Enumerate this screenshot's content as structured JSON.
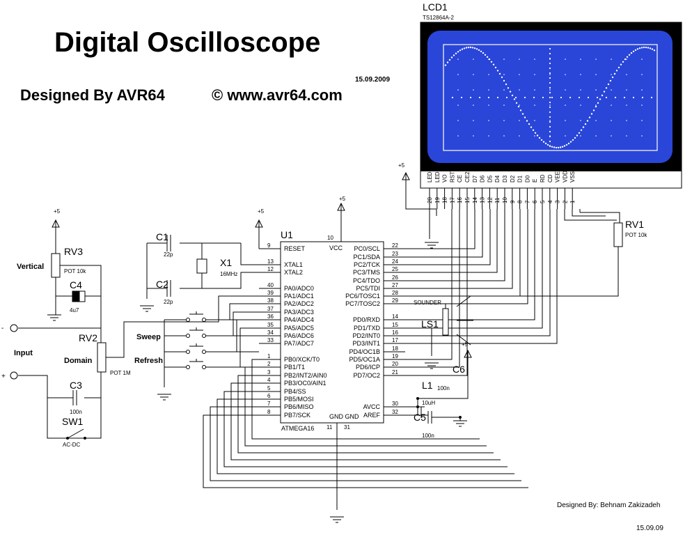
{
  "header": {
    "title": "Digital Oscilloscope",
    "designed_by": "Designed By AVR64",
    "website": "© www.avr64.com",
    "date": "15.09.2009"
  },
  "footer": {
    "designer": "Designed By: Behnam Zakizadeh",
    "date": "15.09.09"
  },
  "lcd": {
    "ref": "LCD1",
    "part": "TS12864A-2",
    "screen_color": "#2a46d8",
    "trace_color": "#ffffff",
    "pins": [
      {
        "name": "LED-",
        "num": "20"
      },
      {
        "name": "LED+",
        "num": "19"
      },
      {
        "name": "VO",
        "num": "18"
      },
      {
        "name": "RST",
        "num": "17"
      },
      {
        "name": "CE",
        "num": "16"
      },
      {
        "name": "CE2",
        "num": "15"
      },
      {
        "name": "D7",
        "num": "14"
      },
      {
        "name": "D6",
        "num": "13"
      },
      {
        "name": "D5",
        "num": "12"
      },
      {
        "name": "D4",
        "num": "11"
      },
      {
        "name": "D3",
        "num": "10"
      },
      {
        "name": "D2",
        "num": "9"
      },
      {
        "name": "D1",
        "num": "8"
      },
      {
        "name": "D0",
        "num": "7"
      },
      {
        "name": "E",
        "num": "6"
      },
      {
        "name": "RD",
        "num": "5"
      },
      {
        "name": "CD",
        "num": "4"
      },
      {
        "name": "VEE",
        "num": "3"
      },
      {
        "name": "VDD",
        "num": "2"
      },
      {
        "name": "VSS",
        "num": "1"
      }
    ]
  },
  "mcu": {
    "ref": "U1",
    "part": "ATMEGA16",
    "vcc_label": "VCC",
    "vcc_pin": "10",
    "gnd_label": "GND GND",
    "gnd_pins": [
      "11",
      "31"
    ],
    "left_pins": [
      {
        "name": "RESET",
        "num": "9"
      },
      {
        "name": "XTAL1",
        "num": "13"
      },
      {
        "name": "XTAL2",
        "num": "12"
      },
      {
        "name": "PA0/ADC0",
        "num": "40"
      },
      {
        "name": "PA1/ADC1",
        "num": "39"
      },
      {
        "name": "PA2/ADC2",
        "num": "38"
      },
      {
        "name": "PA3/ADC3",
        "num": "37"
      },
      {
        "name": "PA4/ADC4",
        "num": "36"
      },
      {
        "name": "PA5/ADC5",
        "num": "35"
      },
      {
        "name": "PA6/ADC6",
        "num": "34"
      },
      {
        "name": "PA7/ADC7",
        "num": "33"
      },
      {
        "name": "PB0/XCK/T0",
        "num": "1"
      },
      {
        "name": "PB1/T1",
        "num": "2"
      },
      {
        "name": "PB2/INT2/AIN0",
        "num": "3"
      },
      {
        "name": "PB3/OC0/AIN1",
        "num": "4"
      },
      {
        "name": "PB4/SS",
        "num": "5"
      },
      {
        "name": "PB5/MOSI",
        "num": "6"
      },
      {
        "name": "PB6/MISO",
        "num": "7"
      },
      {
        "name": "PB7/SCK",
        "num": "8"
      }
    ],
    "right_pins": [
      {
        "name": "PC0/SCL",
        "num": "22"
      },
      {
        "name": "PC1/SDA",
        "num": "23"
      },
      {
        "name": "PC2/TCK",
        "num": "24"
      },
      {
        "name": "PC3/TMS",
        "num": "25"
      },
      {
        "name": "PC4/TDO",
        "num": "26"
      },
      {
        "name": "PC5/TDI",
        "num": "27"
      },
      {
        "name": "PC6/TOSC1",
        "num": "28"
      },
      {
        "name": "PC7/TOSC2",
        "num": "29"
      },
      {
        "name": "PD0/RXD",
        "num": "14"
      },
      {
        "name": "PD1/TXD",
        "num": "15"
      },
      {
        "name": "PD2/INT0",
        "num": "16"
      },
      {
        "name": "PD3/INT1",
        "num": "17"
      },
      {
        "name": "PD4/OC1B",
        "num": "18"
      },
      {
        "name": "PD5/OC1A",
        "num": "19"
      },
      {
        "name": "PD6/ICP",
        "num": "20"
      },
      {
        "name": "PD7/OC2",
        "num": "21"
      },
      {
        "name": "AVCC",
        "num": "30"
      },
      {
        "name": "AREF",
        "num": "32"
      }
    ]
  },
  "components": {
    "c1": {
      "ref": "C1",
      "value": "22p"
    },
    "c2": {
      "ref": "C2",
      "value": "22p"
    },
    "x1": {
      "ref": "X1",
      "value": "16MHz"
    },
    "rv1": {
      "ref": "RV1",
      "value": "POT 10k"
    },
    "rv2": {
      "ref": "RV2",
      "value": "POT 1M"
    },
    "rv3": {
      "ref": "RV3",
      "value": "POT 10k"
    },
    "c3": {
      "ref": "C3",
      "value": "100n"
    },
    "c4": {
      "ref": "C4",
      "value": "4u7"
    },
    "c5": {
      "ref": "C5",
      "value": "100n"
    },
    "c6": {
      "ref": "C6",
      "value": "100n"
    },
    "l1": {
      "ref": "L1",
      "value": "10uH"
    },
    "ls1": {
      "ref": "LS1",
      "value": "SOUNDER"
    },
    "sw1": {
      "ref": "SW1",
      "value": "AC-DC"
    }
  },
  "labels": {
    "vertical": "Vertical",
    "sweep": "Sweep",
    "refresh": "Refresh",
    "input": "Input",
    "domain": "Domain",
    "plus5": "+5",
    "minus": "-",
    "plus": "+"
  }
}
